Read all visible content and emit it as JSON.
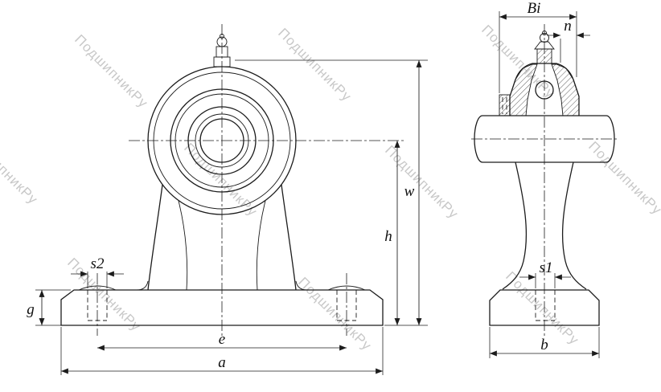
{
  "watermark": {
    "text": "ПодшипникРу",
    "color": "#c8c8c8"
  },
  "labels": {
    "front": {
      "w": "w",
      "h": "h",
      "s2": "s2",
      "g": "g",
      "e": "e",
      "a": "a"
    },
    "side": {
      "bi": "Bi",
      "n": "n",
      "s1": "s1",
      "b": "b"
    }
  },
  "drawing": {
    "line_color": "#1c1c1c",
    "background": "#ffffff"
  }
}
